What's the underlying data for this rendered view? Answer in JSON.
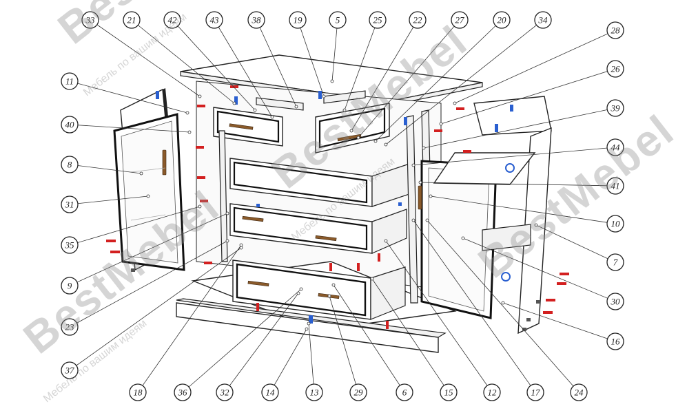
{
  "watermark": {
    "brand": "BestMebel",
    "tagline": "Мебель по вашим идеям"
  },
  "callouts_top": [
    "33",
    "21",
    "42",
    "43",
    "38",
    "19",
    "5",
    "25",
    "22",
    "27",
    "20",
    "34"
  ],
  "callouts_left": [
    "11",
    "40",
    "8",
    "31",
    "35",
    "9",
    "23",
    "37"
  ],
  "callouts_right": [
    "28",
    "26",
    "39",
    "44",
    "41",
    "10",
    "7",
    "30",
    "16"
  ],
  "callouts_bottom": [
    "18",
    "36",
    "32",
    "14",
    "13",
    "29",
    "6",
    "15",
    "12",
    "17",
    "24"
  ],
  "colors": {
    "line": "#222222",
    "fastener_red": "#d32020",
    "fastener_blue": "#2a5fd0",
    "handle_brown": "#8a5a2a",
    "logo_green": "#3bbf4a",
    "logo_orange": "#f5a623"
  }
}
